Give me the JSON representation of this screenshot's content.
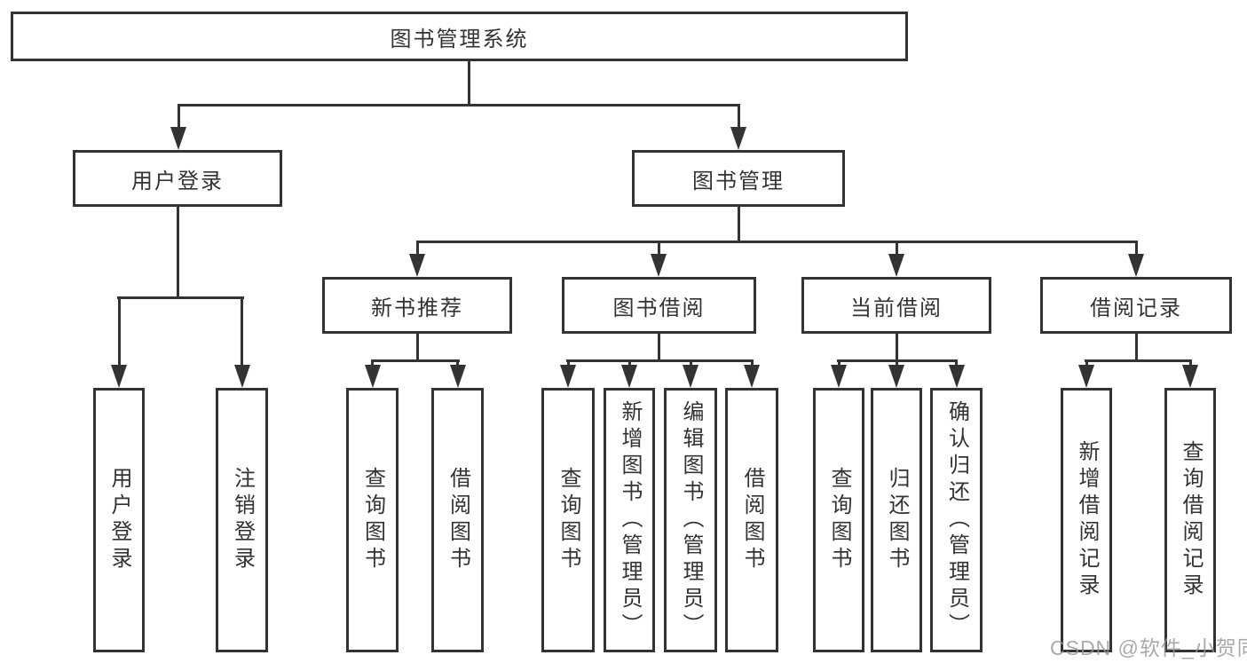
{
  "diagram": {
    "root": {
      "label": "图书管理系统",
      "children": [
        {
          "label": "用户登录",
          "children": [
            {
              "label": "用户登录"
            },
            {
              "label": "注销登录"
            }
          ]
        },
        {
          "label": "图书管理",
          "children": [
            {
              "label": "新书推荐",
              "children": [
                {
                  "label": "查询图书"
                },
                {
                  "label": "借阅图书"
                }
              ]
            },
            {
              "label": "图书借阅",
              "children": [
                {
                  "label": "查询图书"
                },
                {
                  "label": "新增图书（管理员）"
                },
                {
                  "label": "编辑图书（管理员）"
                },
                {
                  "label": "借阅图书"
                }
              ]
            },
            {
              "label": "当前借阅",
              "children": [
                {
                  "label": "查询图书"
                },
                {
                  "label": "归还图书"
                },
                {
                  "label": "确认归还（管理员）"
                }
              ]
            },
            {
              "label": "借阅记录",
              "children": [
                {
                  "label": "新增借阅记录"
                },
                {
                  "label": "查询借阅记录"
                }
              ]
            }
          ]
        }
      ]
    }
  },
  "watermark": {
    "text": "CSDN @软件_小贺同学"
  },
  "colors": {
    "line": "#333333",
    "text": "#333333",
    "box_background": "#ffffff",
    "page_background": "#ffffff",
    "watermark": "#94949a"
  }
}
